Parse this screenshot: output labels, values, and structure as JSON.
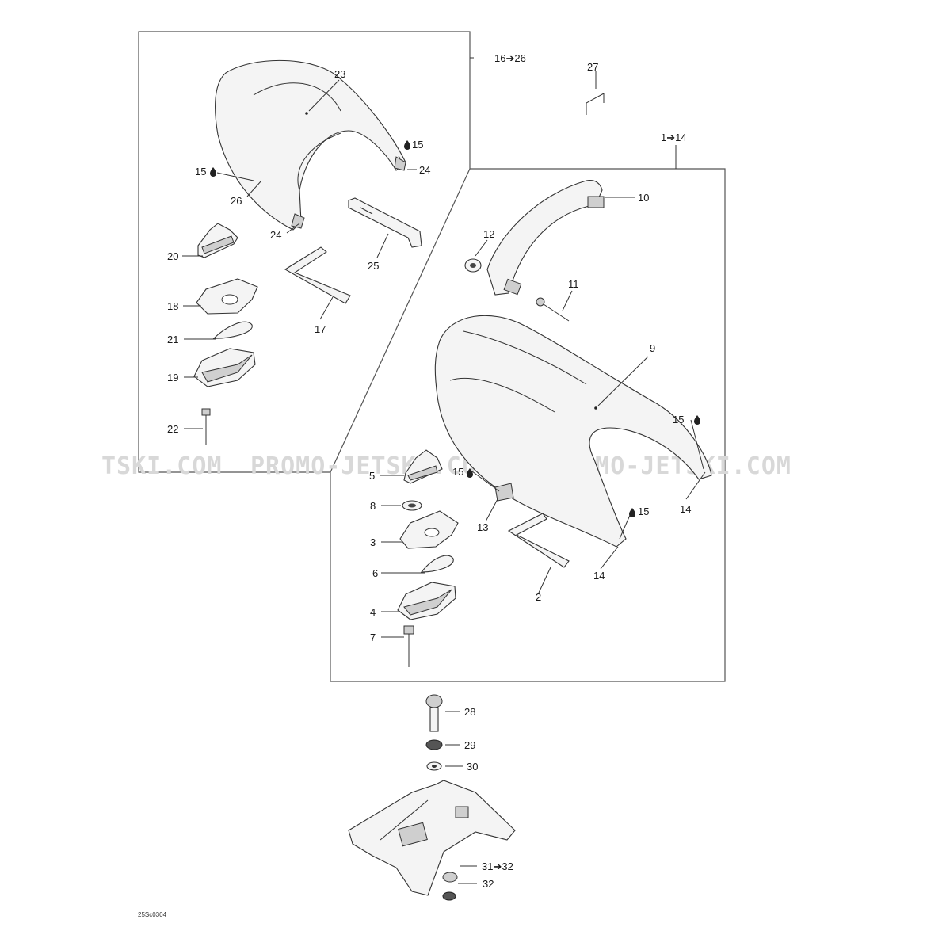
{
  "diagram": {
    "group_labels": {
      "upper_assembly": "16➔26",
      "lower_assembly": "1➔14",
      "shim": "27"
    },
    "callouts": {
      "c23": "23",
      "c15a": "15",
      "c24a": "24",
      "c15b": "15",
      "c26": "26",
      "c24b": "24",
      "c25": "25",
      "c20": "20",
      "c18": "18",
      "c17": "17",
      "c21": "21",
      "c19": "19",
      "c22": "22",
      "c10": "10",
      "c12": "12",
      "c11": "11",
      "c9": "9",
      "c15c": "15",
      "c5": "5",
      "c15d": "15",
      "c8": "8",
      "c13": "13",
      "c15e": "15",
      "c14a": "14",
      "c3": "3",
      "c14b": "14",
      "c6": "6",
      "c2": "2",
      "c4": "4",
      "c7": "7",
      "c28": "28",
      "c29": "29",
      "c30": "30",
      "c31": "31➔32",
      "c32": "32"
    },
    "watermark": "PROMO-JETSKI.COM",
    "watermark_left": "TSKI.COM",
    "drawing_code": "25Sc0304",
    "icons": {
      "sealant": "drop-icon"
    }
  }
}
